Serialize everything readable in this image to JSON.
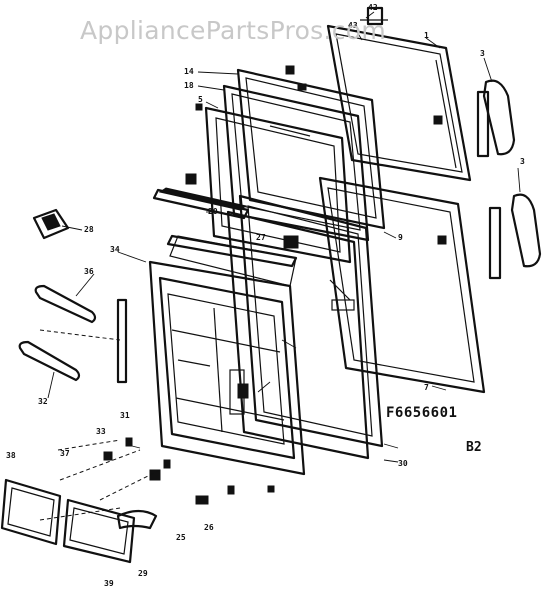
{
  "watermark": "AppliancePartsPros.com",
  "diagram": {
    "model_number": "F6656601",
    "page_code": "B2"
  },
  "callouts": [
    {
      "id": "c42",
      "text": "42"
    },
    {
      "id": "c43",
      "text": "43"
    },
    {
      "id": "c1",
      "text": "1"
    },
    {
      "id": "c3a",
      "text": "3"
    },
    {
      "id": "c3b",
      "text": "3"
    },
    {
      "id": "c14",
      "text": "14"
    },
    {
      "id": "c18",
      "text": "18"
    },
    {
      "id": "c5",
      "text": "5"
    },
    {
      "id": "c20",
      "text": "20"
    },
    {
      "id": "c28",
      "text": "28"
    },
    {
      "id": "c9",
      "text": "9"
    },
    {
      "id": "c27",
      "text": "27"
    },
    {
      "id": "c34",
      "text": "34"
    },
    {
      "id": "c36",
      "text": "36"
    },
    {
      "id": "c32",
      "text": "32"
    },
    {
      "id": "c7",
      "text": "7"
    },
    {
      "id": "c30",
      "text": "30"
    },
    {
      "id": "c31",
      "text": "31"
    },
    {
      "id": "c33",
      "text": "33"
    },
    {
      "id": "c37",
      "text": "37"
    },
    {
      "id": "c38",
      "text": "38"
    },
    {
      "id": "c39",
      "text": "39"
    },
    {
      "id": "c26",
      "text": "26"
    },
    {
      "id": "c29",
      "text": "29"
    },
    {
      "id": "c25",
      "text": "25"
    }
  ]
}
